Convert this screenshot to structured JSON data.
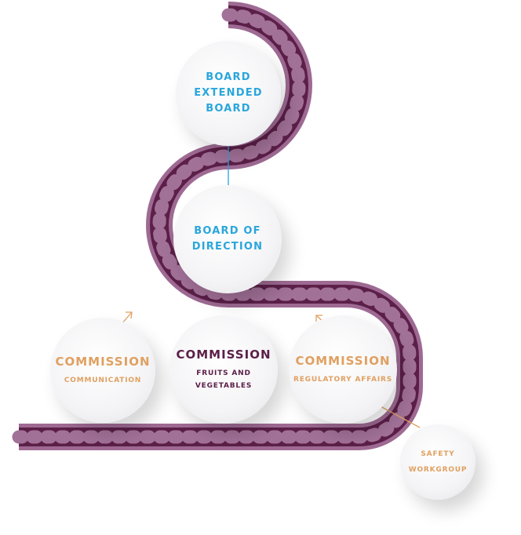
{
  "colors": {
    "track_outer": "#9e6a93",
    "track_inner": "#5b1f48",
    "track_cell": "#a27198",
    "accent_blue": "#2aa6dc",
    "accent_orange": "#e0a060",
    "accent_purple": "#5b1f48"
  },
  "nodes": {
    "board_extended": {
      "line1": "BOARD",
      "line2": "EXTENDED",
      "line3": "BOARD"
    },
    "board_direction": {
      "line1": "BOARD OF",
      "line2": "DIRECTION"
    },
    "communication": {
      "title": "COMMISSION",
      "subtitle": "COMMUNICATION"
    },
    "fruits": {
      "title": "COMMISSION",
      "subtitle": "FRUITS AND VEGETABLES"
    },
    "regulatory": {
      "title": "COMMISSION",
      "subtitle": "REGULATORY AFFAIRS"
    },
    "safety": {
      "line1": "SAFETY",
      "line2": "WORKGROUP"
    }
  }
}
